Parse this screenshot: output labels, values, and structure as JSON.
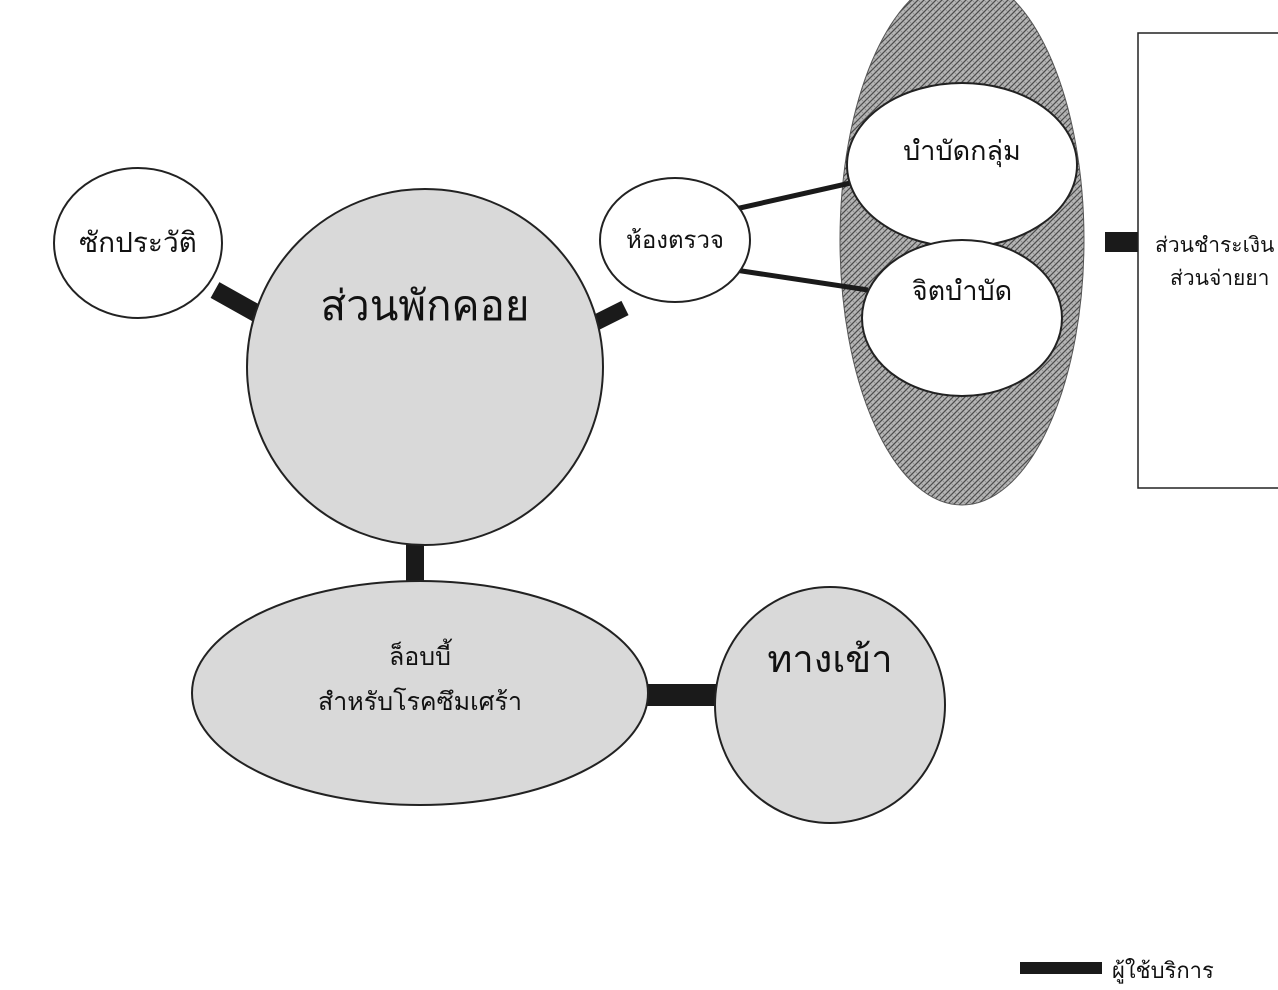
{
  "diagram": {
    "nodes": {
      "history": {
        "label": "ซักประวัติ"
      },
      "waiting": {
        "label": "ส่วนพักคอย"
      },
      "exam_room": {
        "label": "ห้องตรวจ"
      },
      "group_therapy": {
        "label": "บำบัดกลุ่ม"
      },
      "psychotherapy": {
        "label": "จิตบำบัด"
      },
      "payment_pharmacy": {
        "line1": "ส่วนชำระเงิน",
        "line2": "ส่วนจ่ายยา"
      },
      "lobby": {
        "line1": "ล็อบบี้",
        "line2": "สำหรับโรคซึมเศร้า"
      },
      "entrance": {
        "label": "ทางเข้า"
      }
    },
    "legend": {
      "label": "ผู้ใช้บริการ"
    },
    "colors": {
      "node_fill_gray": "#d9d9d9",
      "node_fill_white": "#ffffff",
      "hatched_zone": "#8c8c8c",
      "connector": "#1a1a1a"
    }
  }
}
